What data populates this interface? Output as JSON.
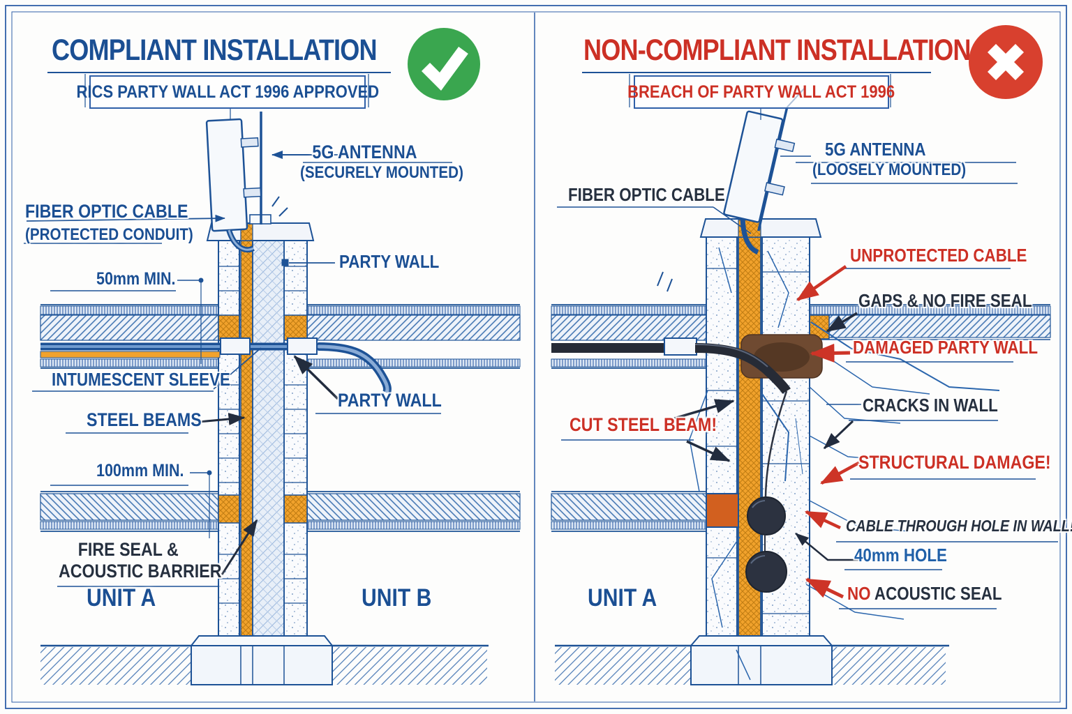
{
  "colors": {
    "blueprint_blue": "#1d5296",
    "label_blue": "#1b4f93",
    "dark_navy": "#26303f",
    "alert_red": "#cc3025",
    "orange_fill": "#f1a22c",
    "check_green": "#3aa64f",
    "cross_red": "#d8402e"
  },
  "left": {
    "title": "COMPLIANT INSTALLATION",
    "subtitle": "RICS PARTY WALL ACT 1996 APPROVED",
    "badge": "check",
    "labels": {
      "antenna": "5G ANTENNA",
      "antenna_sub": "(SECURELY MOUNTED)",
      "fiber": "FIBER OPTIC CABLE",
      "fiber_sub": "(PROTECTED CONDUIT)",
      "dim50": "50mm MIN.",
      "party_wall_top": "PARTY WALL",
      "intumescent": "INTUMESCENT SLEEVE",
      "party_wall_mid": "PARTY WALL",
      "steel_beams": "STEEL BEAMS",
      "dim100": "100mm MIN.",
      "fire_seal_1": "FIRE SEAL &",
      "fire_seal_2": "ACOUSTIC BARRIER",
      "unit_a": "UNIT A",
      "unit_b": "UNIT B"
    }
  },
  "right": {
    "title": "NON-COMPLIANT INSTALLATION",
    "subtitle": "BREACH OF PARTY WALL ACT 1996",
    "badge": "cross",
    "labels": {
      "fiber": "FIBER OPTIC CABLE",
      "antenna": "5G ANTENNA",
      "antenna_sub": "(LOOSELY MOUNTED)",
      "unprotected": "UNPROTECTED CABLE",
      "gaps": "GAPS & NO FIRE SEAL",
      "damaged": "DAMAGED PARTY WALL",
      "cut_beam": "CUT STEEL BEAM!",
      "cracks": "CRACKS IN WALL",
      "structural": "STRUCTURAL DAMAGE!",
      "cable_hole": "CABLE THROUGH HOLE IN WALL!",
      "hole_size": "40mm HOLE",
      "no_word": "NO",
      "acoustic_seal": "ACOUSTIC SEAL",
      "unit_a": "UNIT A"
    }
  }
}
